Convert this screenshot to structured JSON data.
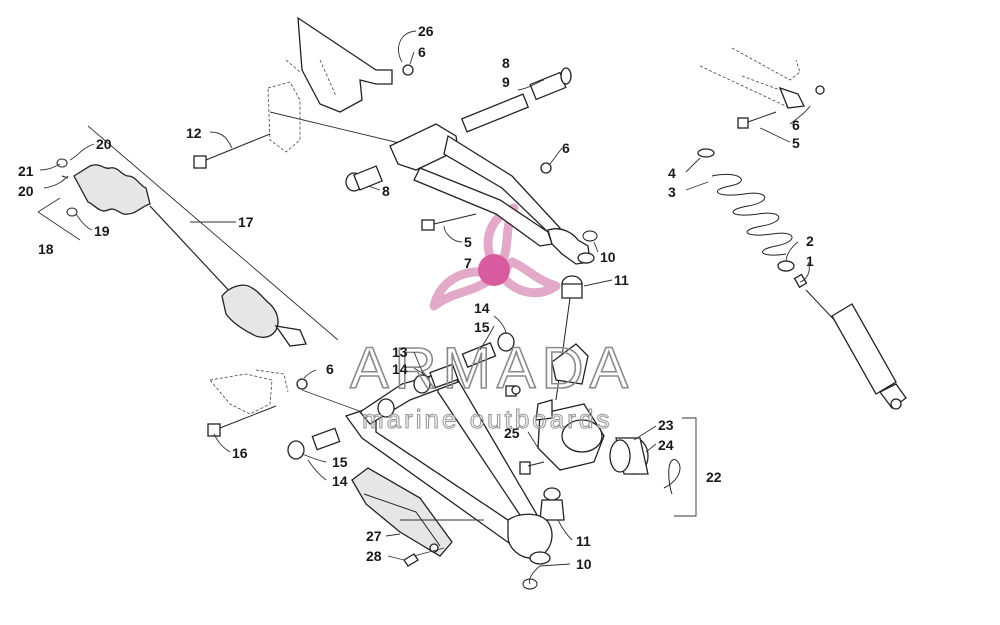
{
  "watermark": {
    "title": "ARMADA",
    "subtitle": "marine outboards",
    "logo_color": "#e3a9c9",
    "logo_center_color": "#d85ba0"
  },
  "callouts": {
    "c26": "26",
    "c6a": "6",
    "c8a": "8",
    "c9": "9",
    "c12": "12",
    "c6b": "6",
    "c8b": "8",
    "c5a": "5",
    "c7": "7",
    "c10a": "10",
    "c11a": "11",
    "c20a": "20",
    "c21": "21",
    "c20b": "20",
    "c19": "19",
    "c18": "18",
    "c17": "17",
    "c14a": "14",
    "c15a": "15",
    "c13": "13",
    "c14b": "14",
    "c6c": "6",
    "c16": "16",
    "c15b": "15",
    "c14c": "14",
    "c25": "25",
    "c23": "23",
    "c24": "24",
    "c22": "22",
    "c11b": "11",
    "c27": "27",
    "c28": "28",
    "c10b": "10",
    "c6d": "6",
    "c5b": "5",
    "c4": "4",
    "c3": "3",
    "c2": "2",
    "c1": "1"
  }
}
